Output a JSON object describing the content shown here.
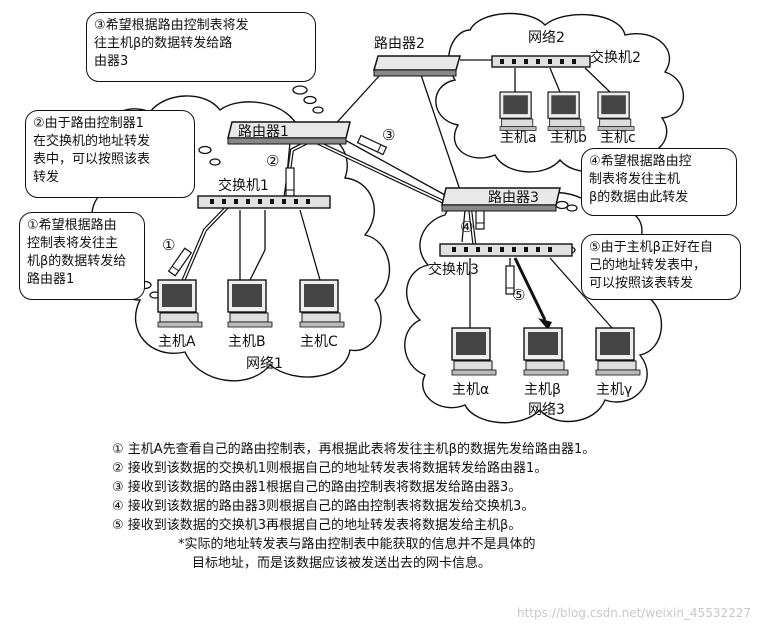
{
  "labels": {
    "router1": "路由器1",
    "router2": "路由器2",
    "router3": "路由器3",
    "switch1": "交换机1",
    "switch2": "交换机2",
    "switch3": "交换机3",
    "network1": "网络1",
    "network2": "网络2",
    "network3": "网络3",
    "hostA": "主机A",
    "hostB": "主机B",
    "hostC": "主机C",
    "hosta": "主机a",
    "hostb": "主机b",
    "hostc": "主机c",
    "hostAlpha": "主机α",
    "hostBeta": "主机β",
    "hostGamma": "主机γ"
  },
  "step_markers": [
    "①",
    "②",
    "③",
    "④",
    "⑤"
  ],
  "callouts": {
    "c1": [
      "①希望根据路由",
      "控制表将发往主",
      "机β的数据转发给",
      "路由器1"
    ],
    "c2": [
      "②由于路由控制器1",
      "在交换机的地址转发",
      "表中，可以按照该表",
      "转发"
    ],
    "c3": [
      "③希望根据路由控制表将发",
      "往主机β的数据转发给路",
      "由器3"
    ],
    "c4": [
      "④希望根据路由控",
      "制表将发往主机",
      "β的数据由此转发"
    ],
    "c5": [
      "⑤由于主机β正好在自",
      "己的地址转发表中，",
      "可以按照该表转发"
    ]
  },
  "notes": [
    "① 主机A先查看自己的路由控制表，再根据此表将发往主机β的数据先发给路由器1。",
    "② 接收到该数据的交换机1则根据自己的地址转发表将数据转发给路由器1。",
    "③ 接收到该数据的路由器1根据自己的路由控制表将数据发给路由器3。",
    "④ 接收到该数据的路由器3则根据自己的路由控制表将数据发给交换机3。",
    "⑤ 接收到该数据的交换机3再根据自己的地址转发表将数据发给主机β。"
  ],
  "footnote": [
    "*实际的地址转发表与路由控制表中能获取的信息并不是具体的",
    "目标地址，而是该数据应该被发送出去的网卡信息。"
  ],
  "watermark": "https://blog.csdn.net/weixin_45532227"
}
